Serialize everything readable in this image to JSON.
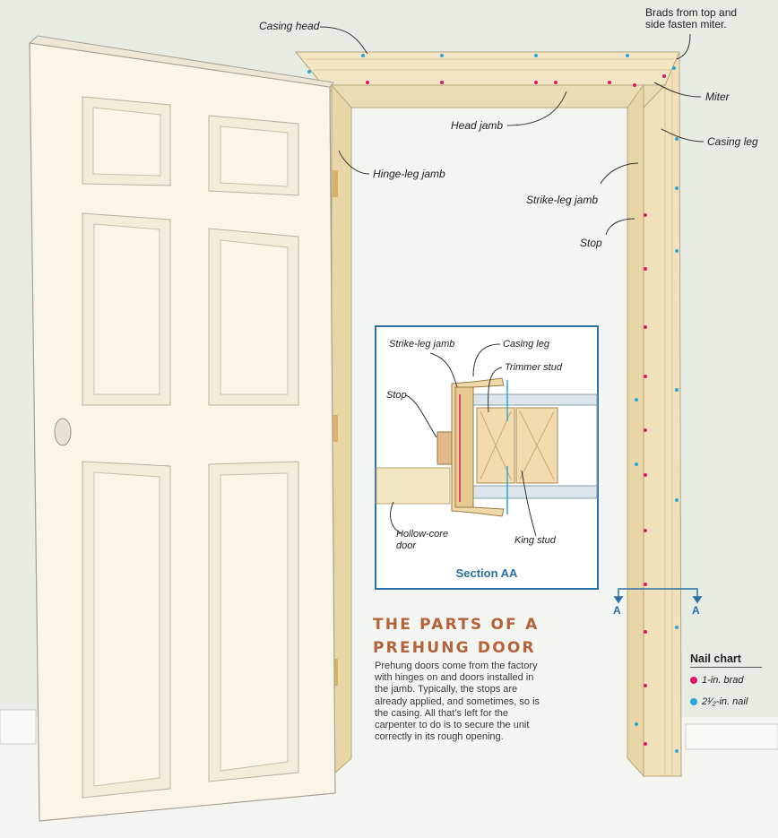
{
  "labels": {
    "casing_head": "Casing head",
    "brads": "Brads from top and side fasten miter.",
    "head_jamb": "Head jamb",
    "miter": "Miter",
    "casing_leg": "Casing leg",
    "hinge_leg_jamb": "Hinge-leg jamb",
    "strike_leg_jamb": "Strike-leg jamb",
    "stop": "Stop"
  },
  "section": {
    "strike_leg_jamb": "Strike-leg jamb",
    "casing_leg": "Casing leg",
    "trimmer_stud": "Trimmer stud",
    "stop": "Stop",
    "hollow_core_door": "Hollow-core door",
    "king_stud": "King stud",
    "title": "Section AA"
  },
  "section_markers": [
    "A",
    "A"
  ],
  "article": {
    "title": "THE PARTS OF A PREHUNG DOOR",
    "body": "Prehung doors come from the factory with hinges on and doors installed in the jamb. Typically, the stops are already applied, and sometimes, so is the casing. All that’s left for the carpenter to do is to secure the unit correctly in its rough opening."
  },
  "nail_chart": {
    "title": "Nail chart",
    "items": [
      {
        "label": "1-in. brad",
        "color": "#e0156b"
      },
      {
        "label": "2¹⁄₂-in. nail",
        "color": "#2aa6dc"
      }
    ]
  },
  "colors": {
    "wall": "#e6ebe4",
    "trim": "#f3e6c4",
    "door": "#fbf5e8",
    "accent_blue": "#2a6fa6",
    "title": "#b5623a",
    "brad": "#e0156b",
    "nail": "#2aa6dc"
  }
}
